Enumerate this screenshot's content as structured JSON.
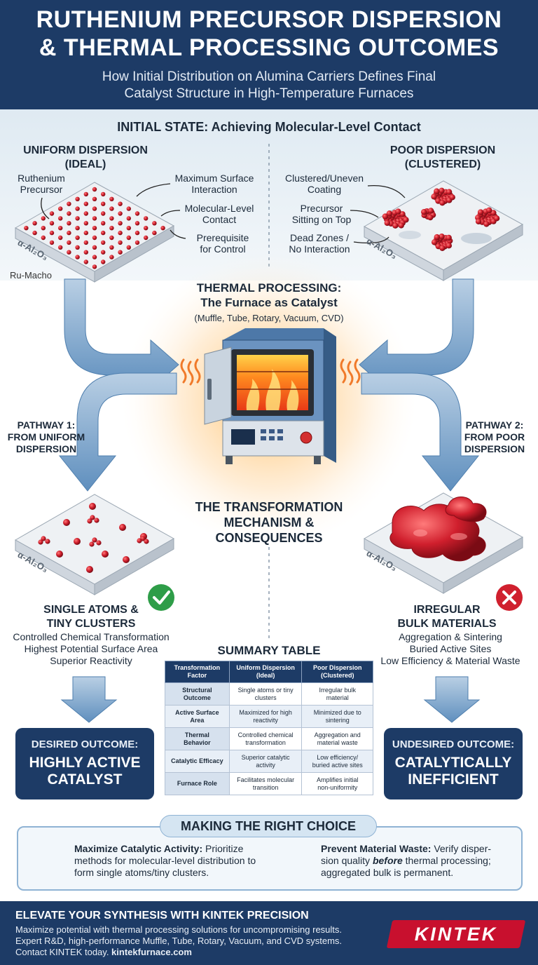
{
  "header": {
    "title_line1": "RUTHENIUM PRECURSOR DISPERSION",
    "title_line2": "& THERMAL PROCESSING OUTCOMES",
    "subtitle_line1": "How Initial Distribution on Alumina Carriers Defines Final",
    "subtitle_line2": "Catalyst Structure in High-Temperature Furnaces"
  },
  "initial_state": {
    "title": "INITIAL STATE: Achieving Molecular-Level Contact",
    "uniform": {
      "heading_line1": "UNIFORM DISPERSION",
      "heading_line2": "(IDEAL)",
      "label_precursor_line1": "Ruthenium",
      "label_precursor_line2": "Precursor",
      "label_max_line1": "Maximum Surface",
      "label_max_line2": "Interaction",
      "label_mol_line1": "Molecular-Level",
      "label_mol_line2": "Contact",
      "label_prereq_line1": "Prerequisite",
      "label_prereq_line2": "for Control",
      "substrate": "α-Al₂O₃",
      "caption": "Ru-Macho"
    },
    "poor": {
      "heading_line1": "POOR DISPERSION",
      "heading_line2": "(CLUSTERED)",
      "label_cluster_line1": "Clustered/Uneven",
      "label_cluster_line2": "Coating",
      "label_top_line1": "Precursor",
      "label_top_line2": "Sitting on Top",
      "label_dead_line1": "Dead Zones /",
      "label_dead_line2": "No Interaction",
      "substrate": "α-Al₂O₃"
    }
  },
  "thermal": {
    "title_line1": "THERMAL PROCESSING:",
    "title_line2": "The Furnace as Catalyst",
    "subtitle": "(Muffle, Tube, Rotary, Vacuum, CVD)"
  },
  "pathway1": {
    "line1": "PATHWAY 1:",
    "line2": "FROM UNIFORM",
    "line3": "DISPERSION"
  },
  "pathway2": {
    "line1": "PATHWAY 2:",
    "line2": "FROM POOR",
    "line3": "DISPERSION"
  },
  "mechanism": {
    "line1": "THE TRANSFORMATION",
    "line2": "MECHANISM &",
    "line3": "CONSEQUENCES"
  },
  "left_result": {
    "substrate": "α-Al₂O₃",
    "heading_line1": "SINGLE ATOMS &",
    "heading_line2": "TINY CLUSTERS",
    "desc1": "Controlled Chemical Transformation",
    "desc2": "Highest Potential Surface Area",
    "desc3": "Superior Reactivity",
    "outcome_label": "DESIRED OUTCOME:",
    "outcome_line1": "HIGHLY ACTIVE",
    "outcome_line2": "CATALYST",
    "status_color": "#2e9d48"
  },
  "right_result": {
    "substrate": "α-Al₂O₃",
    "heading_line1": "IRREGULAR",
    "heading_line2": "BULK MATERIALS",
    "desc1": "Aggregation & Sintering",
    "desc2": "Buried Active Sites",
    "desc3": "Low Efficiency & Material Waste",
    "outcome_label": "UNDESIRED OUTCOME:",
    "outcome_line1": "CATALYTICALLY",
    "outcome_line2": "INEFFICIENT",
    "status_color": "#d0202e"
  },
  "summary": {
    "title": "SUMMARY TABLE",
    "headers": [
      {
        "line1": "Transformation",
        "line2": "Factor"
      },
      {
        "line1": "Uniform Dispersion",
        "line2": "(Ideal)"
      },
      {
        "line1": "Poor Dispersion",
        "line2": "(Clustered)"
      }
    ],
    "rows": [
      {
        "factor": [
          "Structural",
          "Outcome"
        ],
        "uniform": [
          "Single atoms or tiny",
          "clusters"
        ],
        "poor": [
          "Irregular bulk",
          "material"
        ]
      },
      {
        "factor": [
          "Active Surface",
          "Area"
        ],
        "uniform": [
          "Maximized for high",
          "reactivity"
        ],
        "poor": [
          "Minimized due to",
          "sintering"
        ]
      },
      {
        "factor": [
          "Thermal",
          "Behavior"
        ],
        "uniform": [
          "Controlled chemical",
          "transformation"
        ],
        "poor": [
          "Aggregation and",
          "material waste"
        ]
      },
      {
        "factor": [
          "Catalytic Efficacy",
          ""
        ],
        "uniform": [
          "Superior catalytic",
          "activity"
        ],
        "poor": [
          "Low efficiency/",
          "buried active sites"
        ]
      },
      {
        "factor": [
          "Furnace Role",
          ""
        ],
        "uniform": [
          "Facilitates molecular",
          "transition"
        ],
        "poor": [
          "Amplifies initial",
          "non-uniformity"
        ]
      }
    ]
  },
  "choice": {
    "title": "MAKING THE RIGHT CHOICE",
    "left_bold": "Maximize Catalytic Activity:",
    "left_text1": " Prioritize",
    "left_text2": "methods for molecular-level distribution to",
    "left_text3": "form single atoms/tiny clusters.",
    "right_bold": "Prevent Material Waste:",
    "right_text1": " Verify disper-",
    "right_text2a": "sion quality ",
    "right_em": "before",
    "right_text2b": " thermal processing;",
    "right_text3": "aggregated bulk is permanent."
  },
  "footer": {
    "title": "ELEVATE YOUR SYNTHESIS WITH KINTEK PRECISION",
    "line1": "Maximize potential with thermal processing solutions for uncompromising results.",
    "line2": "Expert R&D, high-performance Muffle, Tube, Rotary, Vacuum, and CVD systems.",
    "line3_prefix": "Contact KINTEK today. ",
    "line3_link": "kintekfurnace.com",
    "logo": "KINTEK"
  },
  "colors": {
    "navy": "#1d3b66",
    "ruthenium": "#c8202e",
    "arrow": "#5f8fbe"
  }
}
